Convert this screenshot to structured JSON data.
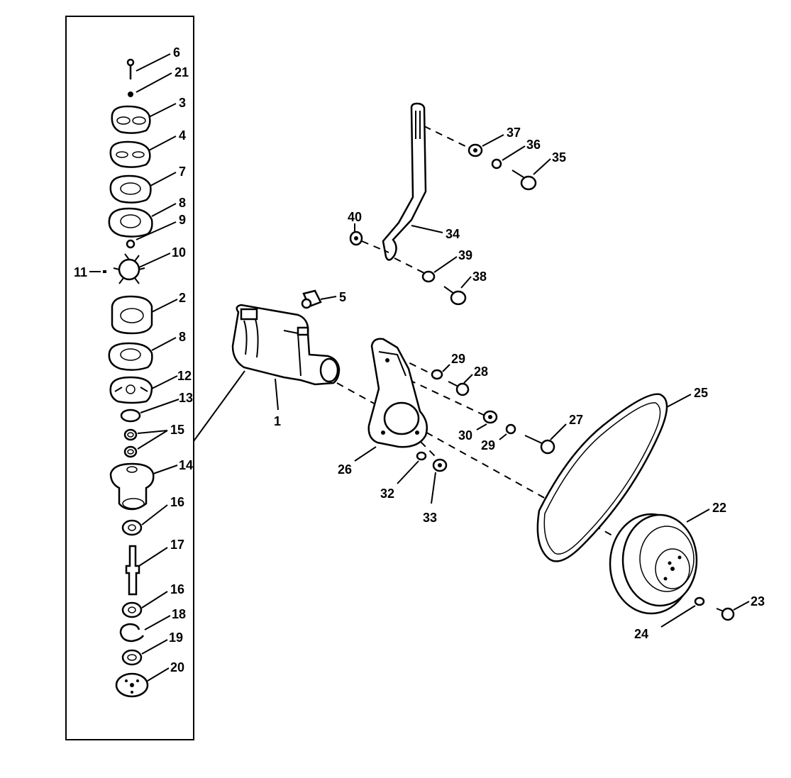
{
  "diagram": {
    "stroke_color": "#000000",
    "background": "#ffffff",
    "labels": [
      "1",
      "2",
      "3",
      "4",
      "5",
      "6",
      "7",
      "8",
      "9",
      "10",
      "11",
      "12",
      "13",
      "14",
      "15",
      "16",
      "17",
      "18",
      "19",
      "20",
      "21",
      "22",
      "23",
      "24",
      "25",
      "26",
      "27",
      "28",
      "29",
      "30",
      "32",
      "33",
      "34",
      "35",
      "36",
      "37",
      "38",
      "39",
      "40"
    ],
    "exploded_view": {
      "part_labels": [
        "6",
        "21",
        "3",
        "4",
        "7",
        "8",
        "9",
        "10",
        "11",
        "2",
        "8",
        "12",
        "13",
        "15",
        "14",
        "16",
        "17",
        "16",
        "18",
        "19",
        "20"
      ]
    },
    "main_assembly": {
      "part_labels": [
        "37",
        "36",
        "35",
        "40",
        "34",
        "39",
        "38",
        "5",
        "1",
        "29",
        "28",
        "30",
        "29",
        "27",
        "26",
        "32",
        "33",
        "25",
        "22",
        "24",
        "23"
      ]
    }
  }
}
